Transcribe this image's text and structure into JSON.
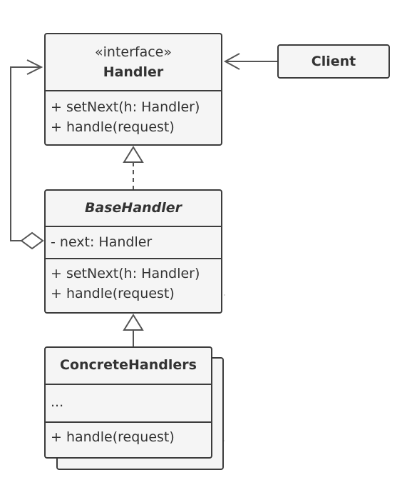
{
  "client": {
    "name": "Client"
  },
  "handler": {
    "stereotype": "«interface»",
    "name": "Handler",
    "methods": [
      "+ setNext(h: Handler)",
      "+ handle(request)"
    ]
  },
  "base_handler": {
    "name": "BaseHandler",
    "fields": [
      "- next: Handler"
    ],
    "methods": [
      "+ setNext(h: Handler)",
      "+ handle(request)"
    ]
  },
  "concrete_handlers": {
    "name": "ConcreteHandlers",
    "fields": [
      "..."
    ],
    "methods": [
      "+ handle(request)"
    ]
  }
}
